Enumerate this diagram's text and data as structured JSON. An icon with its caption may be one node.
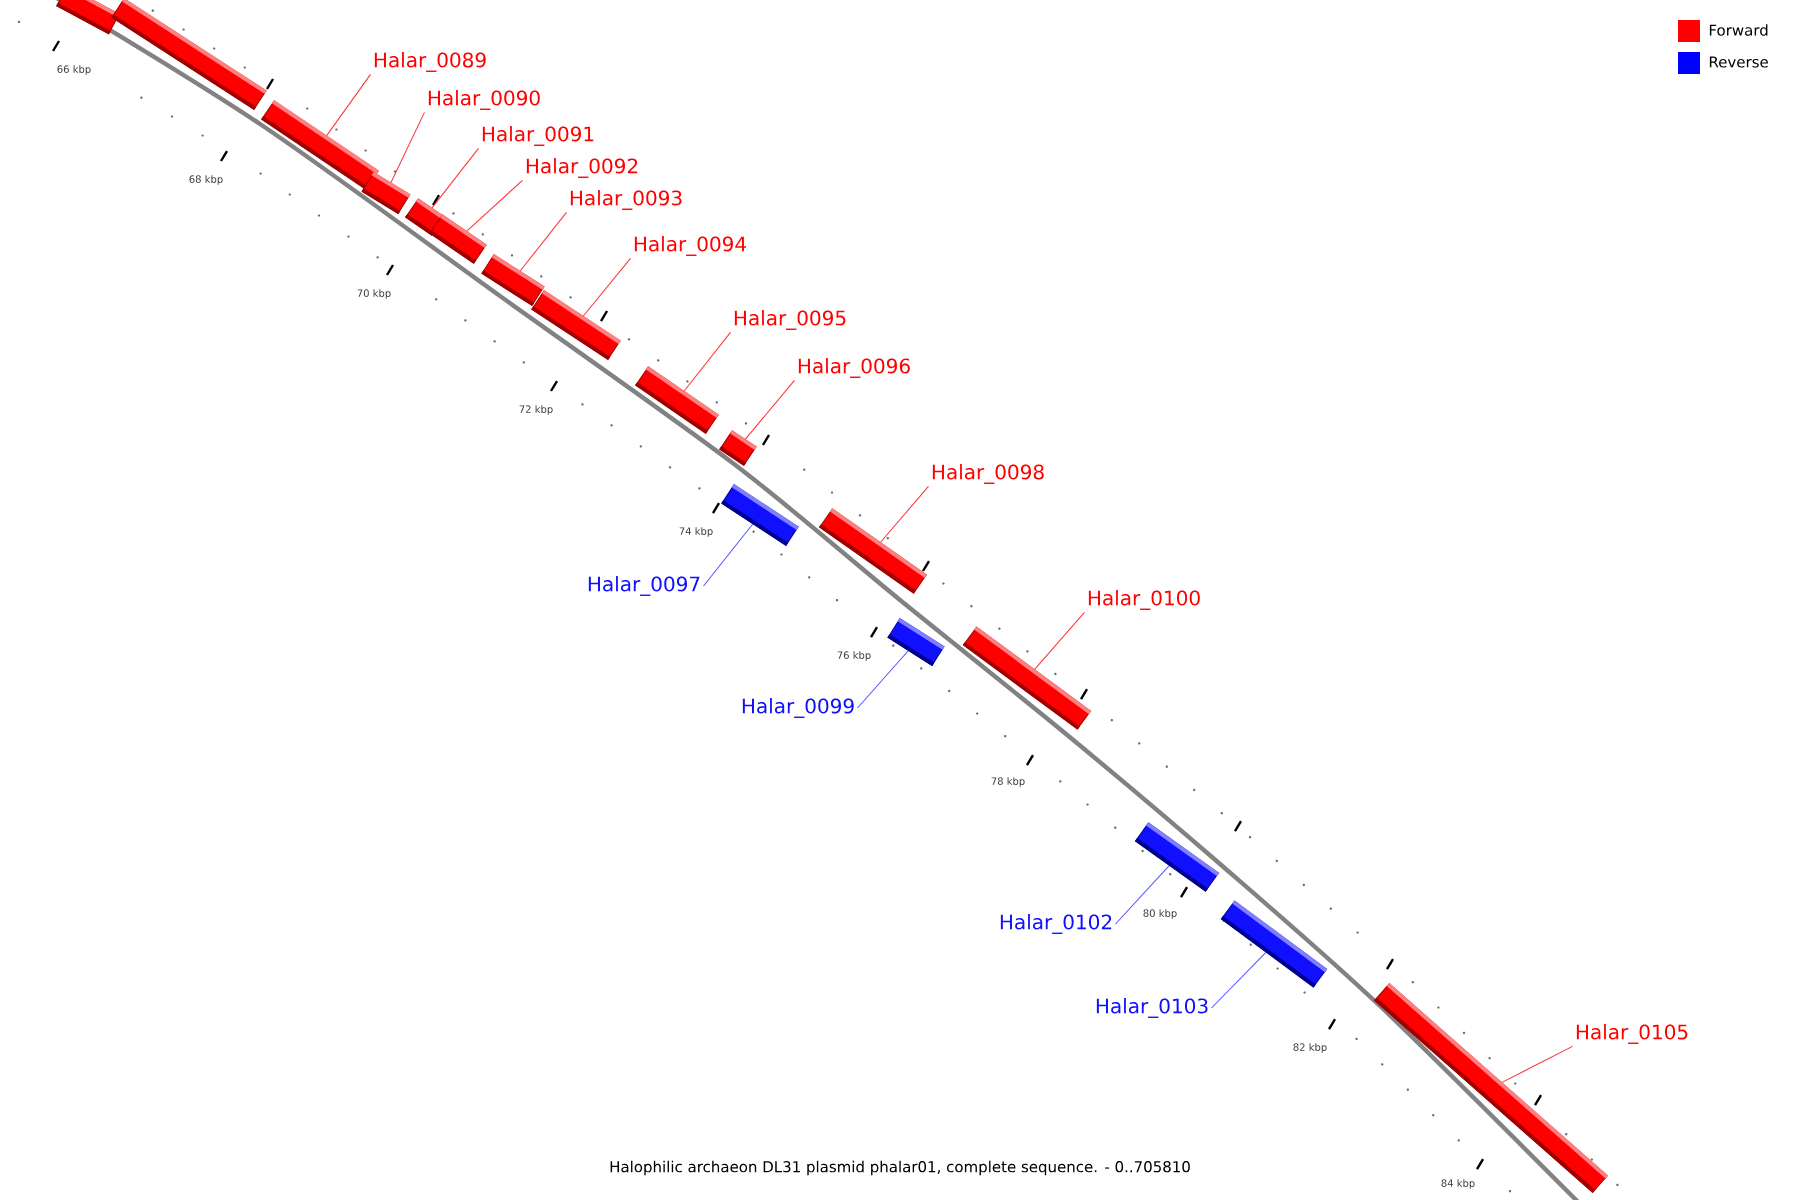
{
  "diagram": {
    "caption": "Halophilic archaeon DL31 plasmid phalar01, complete sequence. - 0..705810",
    "nodes": [
      {
        "text": [],
        "shape": "bar"
      },
      {
        "text": [],
        "shape": "bar"
      },
      {
        "text": [],
        "shape": "bar"
      },
      {
        "text": [],
        "shape": "bar"
      },
      {
        "text": [],
        "shape": "bar"
      },
      {
        "text": [],
        "shape": "bar"
      },
      {
        "text": [],
        "shape": "bar"
      },
      {
        "text": [],
        "shape": "bar"
      },
      {
        "text": [],
        "shape": "bar"
      },
      {
        "text": [],
        "shape": "bar"
      },
      {
        "text": [],
        "shape": "bar"
      },
      {
        "text": [],
        "shape": "bar"
      },
      {
        "text": [],
        "shape": "bar"
      },
      {
        "text": [],
        "shape": "bar"
      },
      {
        "text": [],
        "shape": "bar"
      },
      {
        "text": [],
        "shape": "bar"
      },
      {
        "text": [],
        "shape": "bar"
      },
      {
        "text": [
          "Halar_0089"
        ]
      },
      {
        "text": [
          "Halar_0090"
        ]
      },
      {
        "text": [
          "Halar_0091"
        ]
      },
      {
        "text": [
          "Halar_0092"
        ]
      },
      {
        "text": [
          "Halar_0093"
        ]
      },
      {
        "text": [
          "Halar_0094"
        ]
      },
      {
        "text": [
          "Halar_0095"
        ]
      },
      {
        "text": [
          "Halar_0096"
        ]
      },
      {
        "text": [
          "Halar_0097"
        ]
      },
      {
        "text": [
          "Halar_0098"
        ]
      },
      {
        "text": [
          "Halar_0099"
        ]
      },
      {
        "text": [
          "Halar_0100"
        ]
      },
      {
        "text": [
          "Halar_0102"
        ]
      },
      {
        "text": [
          "Halar_0103"
        ]
      },
      {
        "text": [
          "Halar_0105"
        ]
      }
    ],
    "edges": [
      {
        "from": 17,
        "to": 2,
        "arrow": "none"
      },
      {
        "from": 18,
        "to": 3,
        "arrow": "none"
      },
      {
        "from": 19,
        "to": 4,
        "arrow": "none"
      },
      {
        "from": 20,
        "to": 5,
        "arrow": "none"
      },
      {
        "from": 21,
        "to": 6,
        "arrow": "none"
      },
      {
        "from": 22,
        "to": 7,
        "arrow": "none"
      },
      {
        "from": 23,
        "to": 8,
        "arrow": "none"
      },
      {
        "from": 24,
        "to": 9,
        "arrow": "none"
      },
      {
        "from": 25,
        "to": 10,
        "arrow": "none",
        "color": "#5050ff"
      },
      {
        "from": 26,
        "to": 11,
        "arrow": "none"
      },
      {
        "from": 27,
        "to": 12,
        "arrow": "none",
        "color": "#5050ff"
      },
      {
        "from": 28,
        "to": 13,
        "arrow": "none"
      },
      {
        "from": 29,
        "to": 14,
        "arrow": "none",
        "color": "#5050ff"
      },
      {
        "from": 30,
        "to": 15,
        "arrow": "none",
        "color": "#5050ff"
      },
      {
        "from": 31,
        "to": 16,
        "arrow": "none"
      }
    ],
    "labels": [
      "66 kbp",
      "68 kbp",
      "70 kbp",
      "72 kbp",
      "74 kbp",
      "76 kbp",
      "78 kbp",
      "80 kbp",
      "82 kbp",
      "84 kbp"
    ],
    "legend": [
      {
        "text": "Forward",
        "color": "#ff0000"
      },
      {
        "text": "Reverse",
        "color": "#0000ff"
      }
    ]
  }
}
